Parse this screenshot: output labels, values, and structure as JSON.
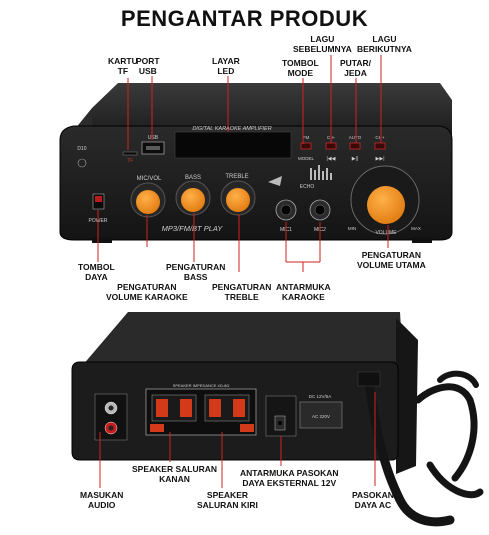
{
  "title": "PENGANTAR PRODUK",
  "labels": {
    "kartu_tf": [
      "KARTU",
      "TF"
    ],
    "port_usb": [
      "PORT",
      "USB"
    ],
    "layar_led": [
      "LAYAR",
      "LED"
    ],
    "tombol_mode": [
      "TOMBOL",
      "MODE"
    ],
    "lagu_sebelumnya": [
      "LAGU",
      "SEBELUMNYA"
    ],
    "putar_jeda": [
      "PUTAR/",
      "JEDA"
    ],
    "lagu_berikutnya": [
      "LAGU",
      "BERIKUTNYA"
    ],
    "tombol_daya": [
      "TOMBOL",
      "DAYA"
    ],
    "volume_karaoke": [
      "PENGATURAN",
      "VOLUME KARAOKE"
    ],
    "pengaturan_bass": [
      "PENGATURAN",
      "BASS"
    ],
    "pengaturan_treble": [
      "PENGATURAN",
      "TREBLE"
    ],
    "antarmuka_karaoke": [
      "ANTARMUKA",
      "KARAOKE"
    ],
    "volume_utama": [
      "PENGATURAN",
      "VOLUME UTAMA"
    ],
    "masukan_audio": [
      "MASUKAN",
      "AUDIO"
    ],
    "speaker_kanan": [
      "SPEAKER SALURAN",
      "KANAN"
    ],
    "speaker_kiri": [
      "SPEAKER",
      "SALURAN KIRI"
    ],
    "pasokan_12v": [
      "ANTARMUKA PASOKAN",
      "DAYA EKSTERNAL 12V"
    ],
    "pasokan_ac": [
      "PASOKAN",
      "DAYA AC"
    ]
  },
  "panel": {
    "screen_text": "DIGITAL KARAOKE AMPLIFIER",
    "usb": "USB",
    "tf": "TF",
    "model_tag": "D10",
    "mic_vol": "MIC/VOL",
    "bass": "BASS",
    "treble": "TREBLE",
    "mp3": "MP3/FM/BT PLAY",
    "echo": "ECHO",
    "mic1": "MIC1",
    "mic2": "MIC2",
    "power": "POWER",
    "volume": "VOLUME",
    "fm": "FM",
    "ch_minus": "CH-",
    "auto": "AUTO",
    "ch_plus": "CH+",
    "model": "MODEL",
    "min": "MIN",
    "max": "MAX",
    "rear_speaker": "SPEAKER IMPEDANCE 4Ω-8Ω",
    "dc": "DC 12V/5A",
    "ac": "AC 220V"
  },
  "colors": {
    "device": "#1d1d1d",
    "knob": "#f0901e",
    "label_line": "#d22020",
    "terminal": "#d23a1a"
  }
}
